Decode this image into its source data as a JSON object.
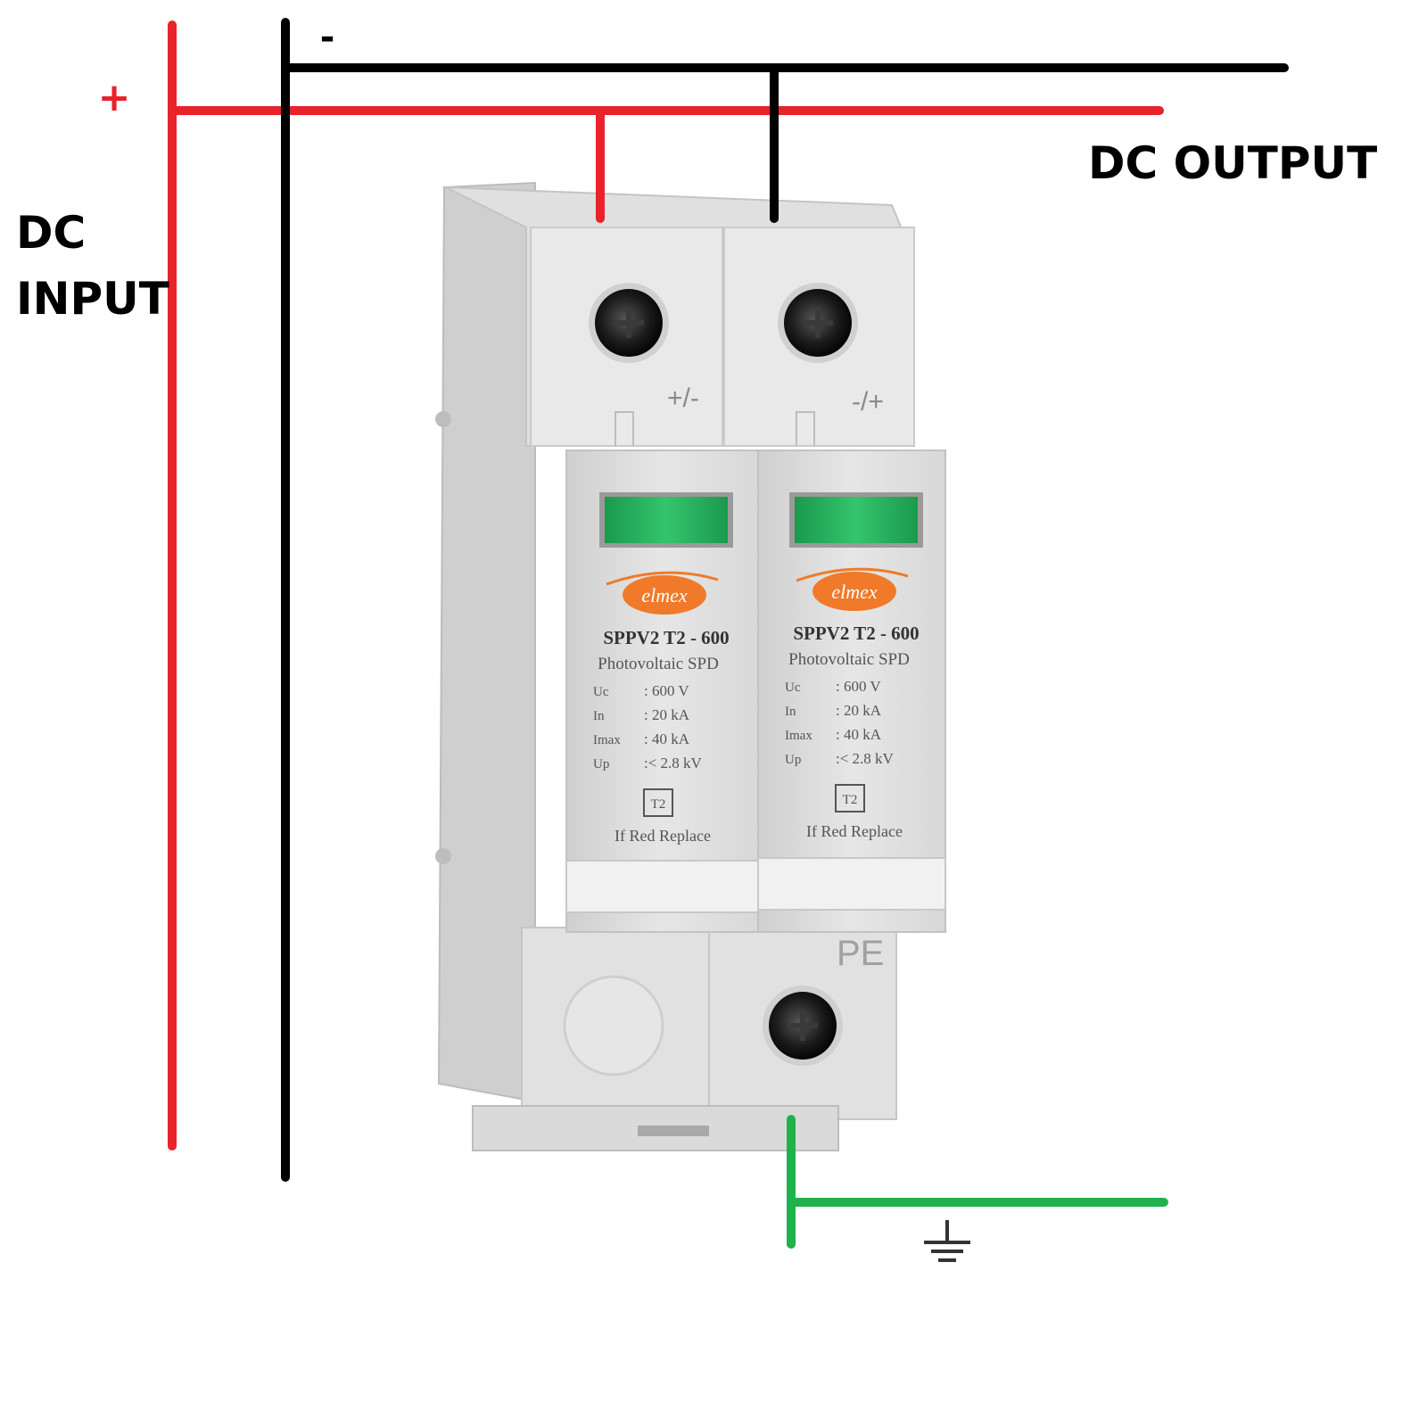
{
  "labels": {
    "plus": "+",
    "minus": "-",
    "dc_input_line1": "DC",
    "dc_input_line2": "INPUT",
    "dc_output": "DC OUTPUT"
  },
  "terminals": {
    "left_top": "+/-",
    "right_top": "-/+",
    "pe": "PE"
  },
  "modules": [
    {
      "brand": "elmex",
      "model": "SPPV2 T2 - 600",
      "subtitle": "Photovoltaic SPD",
      "specs": [
        {
          "sym": "Uc",
          "val": ": 600 V"
        },
        {
          "sym": "In",
          "val": ": 20 kA"
        },
        {
          "sym": "Imax",
          "val": ": 40 kA"
        },
        {
          "sym": "Up",
          "val": ":< 2.8 kV"
        }
      ],
      "type_box": "T2",
      "footer": "If Red Replace"
    },
    {
      "brand": "elmex",
      "model": "SPPV2 T2 - 600",
      "subtitle": "Photovoltaic SPD",
      "specs": [
        {
          "sym": "Uc",
          "val": ": 600 V"
        },
        {
          "sym": "In",
          "val": ": 20 kA"
        },
        {
          "sym": "Imax",
          "val": ": 40 kA"
        },
        {
          "sym": "Up",
          "val": ":< 2.8 kV"
        }
      ],
      "type_box": "T2",
      "footer": "If Red Replace"
    }
  ],
  "colors": {
    "positive_wire": "#e8232b",
    "negative_wire": "#000000",
    "earth_wire": "#1fb24a",
    "device_body": "#e3e3e3",
    "indicator": "#1fae58",
    "logo": "#f07a2a"
  },
  "icons": {
    "earth": "ground-symbol-icon"
  }
}
